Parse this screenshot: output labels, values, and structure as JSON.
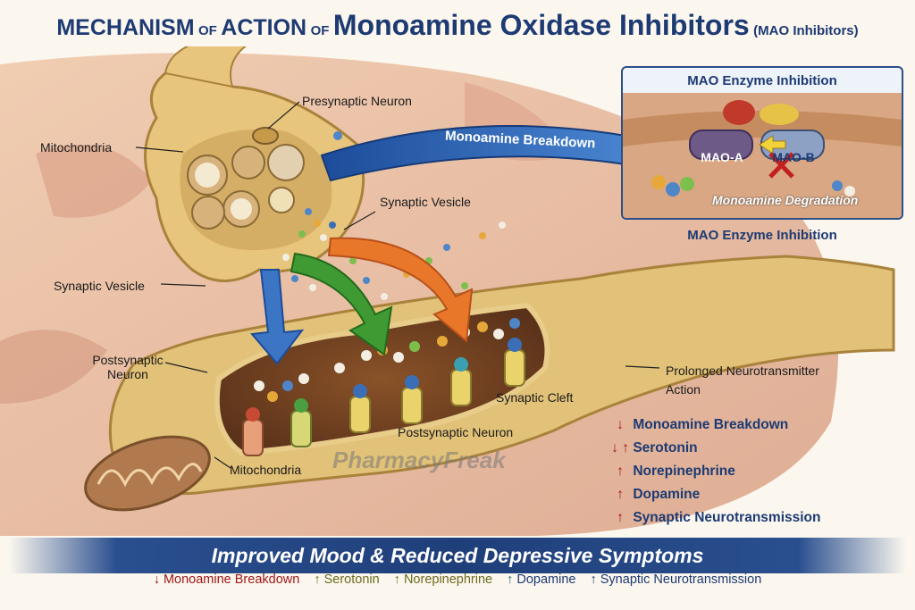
{
  "title": {
    "part1": "MECHANISM",
    "of1": "of",
    "part2": "ACTION",
    "of2": "of",
    "part3": "Monoamine Oxidase Inhibitors",
    "paren": "(MAO Inhibitors)"
  },
  "labels": {
    "presynaptic_neuron": "Presynaptic Neuron",
    "mitochondria_top": "Mitochondria",
    "synaptic_vesicle_right": "Synaptic Vesicle",
    "synaptic_vesicle_left": "Synaptic Vesicle",
    "postsynaptic_neuron_left": "Postsynaptic Neuron",
    "synaptic_cleft": "Synaptic Cleft",
    "postsynaptic_neuron_center": "Postsynaptic Neuron",
    "mitochondria_bottom": "Mitochondria",
    "prolonged_action": "Prolonged Neurotransmitter Action",
    "monoamine_breakdown_arrow": "Monoamine Breakdown"
  },
  "inset": {
    "title": "MAO Enzyme Inhibition",
    "mao_a": "MAO-A",
    "mao_b": "MAO-B",
    "degradation": "Monoamine Degradation",
    "caption": "MAO Enzyme Inhibition"
  },
  "effects": [
    {
      "arrows": "↓",
      "text": "Monoamine Breakdown"
    },
    {
      "arrows": "↓ ↑",
      "text": "Serotonin"
    },
    {
      "arrows": "↑",
      "text": "Norepinephrine"
    },
    {
      "arrows": "↑",
      "text": "Dopamine"
    },
    {
      "arrows": "↑",
      "text": "Synaptic Neurotransmission"
    }
  ],
  "banner": "Improved Mood & Reduced Depressive Symptoms",
  "footer": [
    {
      "arrow": "↓",
      "text": "Monoamine Breakdown",
      "tone": "red"
    },
    {
      "arrow": "↑",
      "text": "Serotonin",
      "tone": "olive"
    },
    {
      "arrow": "↑",
      "text": "Norepinephrine",
      "tone": "olive"
    },
    {
      "arrow": "↑",
      "text": "Dopamine",
      "tone": "teal"
    },
    {
      "arrow": "↑",
      "text": "Synaptic Neurotransmission",
      "tone": "navy"
    }
  ],
  "watermark": "PharmacyFreak",
  "colors": {
    "navy": "#1d3a73",
    "tissue": "#e6b59a",
    "neuron": "#e2c178",
    "cleft": "#6b3e22",
    "arrow_blue": "#3c75c4",
    "arrow_green": "#3f9a34",
    "arrow_orange": "#e9772a",
    "down_red": "#a01818"
  }
}
